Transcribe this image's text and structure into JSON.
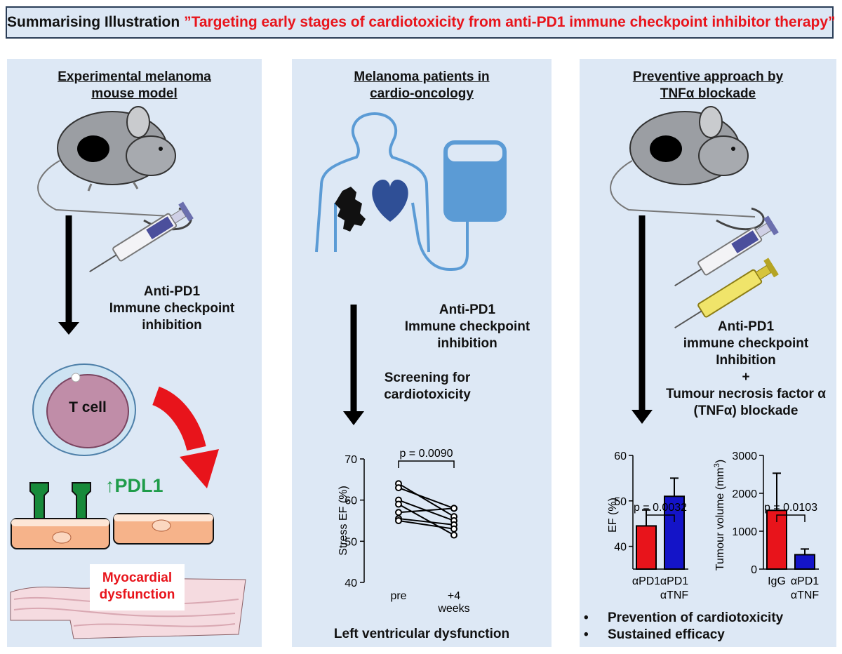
{
  "header": {
    "label": "Summarising Illustration",
    "title": "”Targeting early stages of cardiotoxicity from anti-PD1 immune checkpoint inhibitor therapy”"
  },
  "left": {
    "heading_line1": "Experimental melanoma",
    "heading_line2": "mouse model",
    "treatment": [
      "Anti-PD1",
      "Immune checkpoint",
      "inhibition"
    ],
    "t_cell": "T cell",
    "pdl1": "↑PDL1",
    "outcome": [
      "Myocardial",
      "dysfunction"
    ]
  },
  "middle": {
    "heading_line1": "Melanoma patients in",
    "heading_line2": "cardio-oncology",
    "treatment": [
      "Anti-PD1",
      "Immune checkpoint",
      "inhibition"
    ],
    "screening": [
      "Screening for",
      "cardiotoxicity"
    ],
    "conclusion": "Left ventricular dysfunction"
  },
  "right": {
    "heading_line1": "Preventive approach by",
    "heading_line2": "TNFα blockade",
    "treatment": [
      "Anti-PD1",
      "immune checkpoint",
      "Inhibition",
      "+",
      "Tumour necrosis factor α",
      "(TNFα) blockade"
    ],
    "bullets": [
      "Prevention of cardiotoxicity",
      "Sustained efficacy"
    ]
  },
  "colors": {
    "title_accent": "#e8141b",
    "panel_bg": "#dde8f5",
    "red_bar": "#e8141b",
    "blue_bar": "#1414c8",
    "pdl1_green": "#1f9c4a",
    "heart_blue": "#2f4f96",
    "iv_blue": "#5b9bd5"
  },
  "icons": [
    "mouse-icon",
    "syringe-icon",
    "body-outline-icon",
    "heart-icon",
    "iv-bag-icon",
    "t-cell-icon",
    "curved-arrow-icon",
    "receptor-icon",
    "cardiomyocyte-icon",
    "tumour-icon"
  ],
  "chart_data": [
    {
      "type": "line",
      "ylabel": "Stress EF (%)",
      "categories": [
        "pre",
        "+4",
        "weeks"
      ],
      "yticks": [
        "40",
        "50",
        "60",
        "70"
      ],
      "ylim": [
        40,
        70
      ],
      "pvalue": "p = 0.0090",
      "series": [
        {
          "values": [
            64,
            56
          ]
        },
        {
          "values": [
            63,
            58
          ]
        },
        {
          "values": [
            60,
            55
          ]
        },
        {
          "values": [
            59,
            51.5
          ]
        },
        {
          "values": [
            57,
            58
          ]
        },
        {
          "values": [
            55.5,
            54
          ]
        },
        {
          "values": [
            55,
            53
          ]
        }
      ]
    },
    {
      "type": "bar",
      "ylabel": "EF (%)",
      "categories": [
        "αPD1",
        "αPD1"
      ],
      "sublabels": [
        "",
        "αTNF"
      ],
      "yticks": [
        "40",
        "50",
        "60"
      ],
      "ylim": [
        35,
        60
      ],
      "values": [
        44.5,
        51
      ],
      "errors": [
        3.5,
        4
      ],
      "pvalue": "p = 0.0032"
    },
    {
      "type": "bar",
      "ylabel": "Tumour volume (mm",
      "ylabel_sup": "3",
      "ylabel_end": ")",
      "categories": [
        "IgG",
        "αPD1"
      ],
      "sublabels": [
        "",
        "αTNF"
      ],
      "yticks": [
        "0",
        "1000",
        "2000",
        "3000"
      ],
      "ylim": [
        0,
        3000
      ],
      "values": [
        1550,
        380
      ],
      "errors": [
        980,
        150
      ],
      "pvalue": "p = 0.0103"
    }
  ]
}
